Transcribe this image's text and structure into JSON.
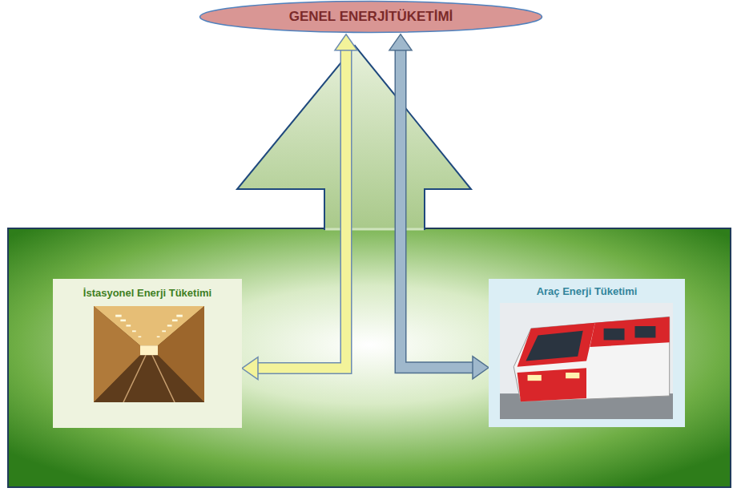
{
  "diagram": {
    "nodes": [
      {
        "text": [
          "GENEL ENERJİTÜKETİMİ"
        ]
      },
      {
        "text": [
          "İstasyonel Enerji Tüketimi"
        ]
      },
      {
        "text": [
          "Araç Enerji Tüketimi"
        ]
      }
    ],
    "edges": [
      {
        "from": 1,
        "to": 0,
        "arrow": "both"
      },
      {
        "from": 2,
        "to": 0,
        "arrow": "both"
      }
    ]
  }
}
